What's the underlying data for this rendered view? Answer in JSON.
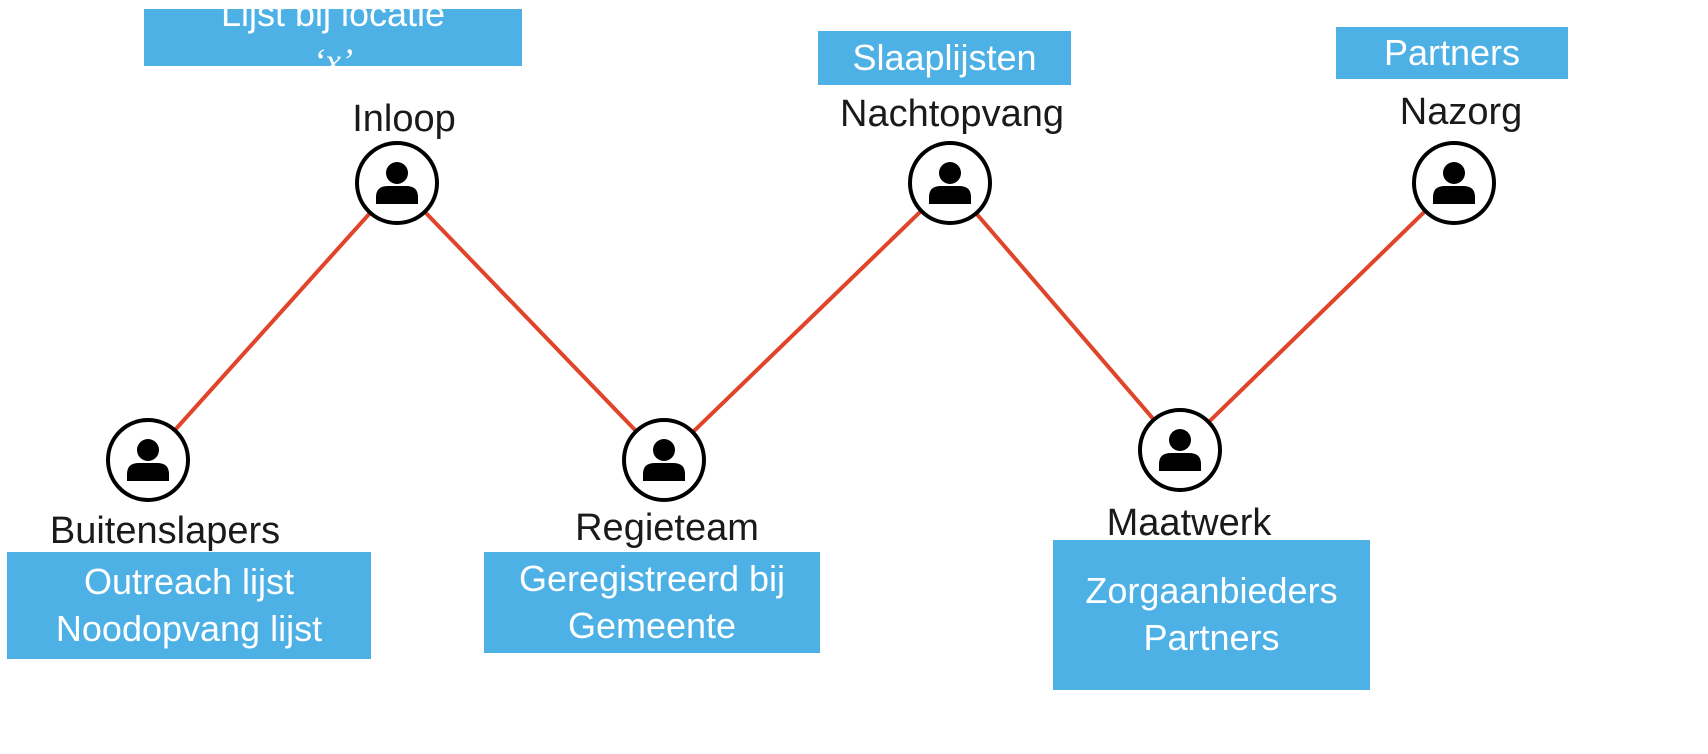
{
  "diagram": {
    "line_color": "#e0442a",
    "box_color": "#4db1e6",
    "icon": "person-icon",
    "nodes": [
      {
        "id": "buitenslapers",
        "label": "Buitenslapers"
      },
      {
        "id": "inloop",
        "label": "Inloop"
      },
      {
        "id": "regieteam",
        "label": "Regieteam"
      },
      {
        "id": "nachtopvang",
        "label": "Nachtopvang"
      },
      {
        "id": "maatwerk",
        "label": "Maatwerk"
      },
      {
        "id": "nazorg",
        "label": "Nazorg"
      }
    ],
    "boxes": {
      "inloop": {
        "prefix": "Lijst bij locatie ",
        "variable": "‘x’"
      },
      "nachtopvang": {
        "line1": "Slaaplijsten"
      },
      "nazorg": {
        "line1": "Partners"
      },
      "buitenslapers": {
        "line1": "Outreach lijst",
        "line2": "Noodopvang lijst"
      },
      "regieteam": {
        "line1": "Geregistreerd bij",
        "line2": "Gemeente"
      },
      "maatwerk": {
        "line1": "Zorgaanbieders",
        "line2": "Partners"
      }
    }
  }
}
